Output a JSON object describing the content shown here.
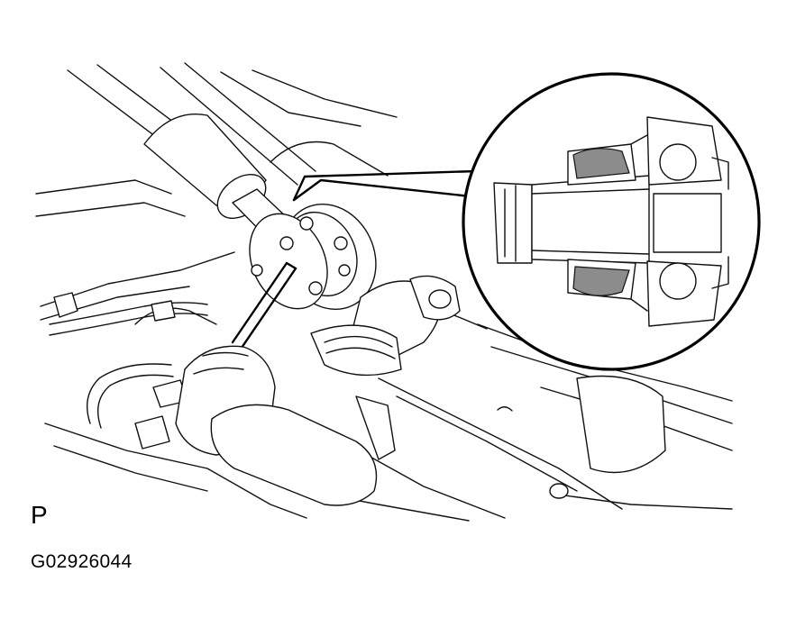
{
  "figure": {
    "corner_letter": "P",
    "figure_code": "G02926044"
  },
  "icons": {
    "main_view": "propeller-shaft-undercarriage-drawing",
    "detail_view": "center-bearing-cross-section-icon",
    "tool": "hex-wrench-icon"
  }
}
